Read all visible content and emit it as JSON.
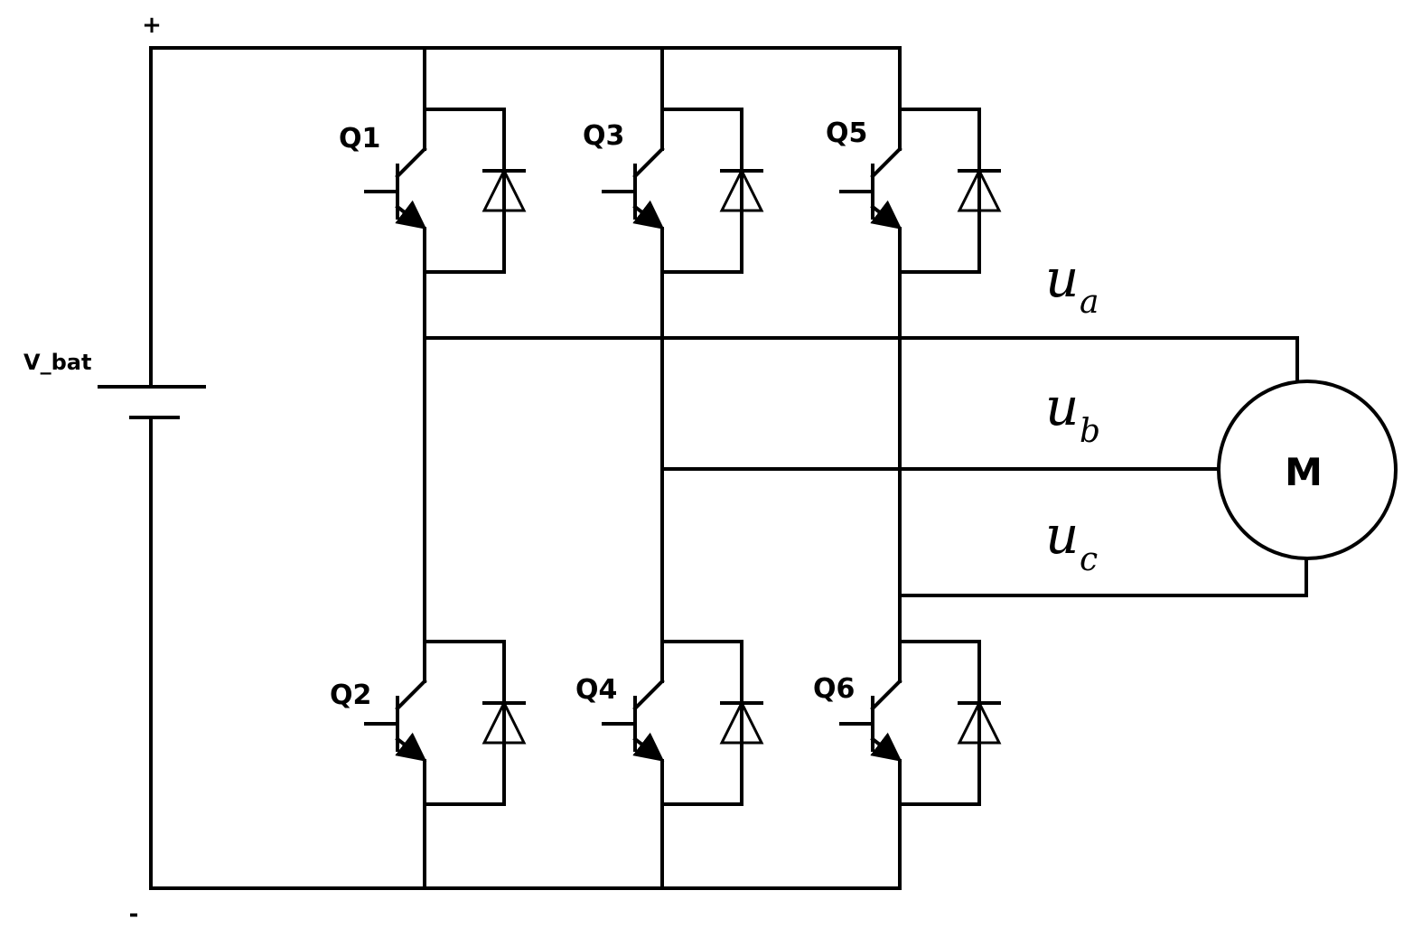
{
  "diagram": {
    "supply": {
      "label": "V_bat",
      "positive": "+",
      "negative": "-"
    },
    "switches": [
      {
        "id": "Q1",
        "label": "Q1"
      },
      {
        "id": "Q3",
        "label": "Q3"
      },
      {
        "id": "Q5",
        "label": "Q5"
      },
      {
        "id": "Q2",
        "label": "Q2"
      },
      {
        "id": "Q4",
        "label": "Q4"
      },
      {
        "id": "Q6",
        "label": "Q6"
      }
    ],
    "phases": [
      {
        "symbol": "u",
        "sub": "a"
      },
      {
        "symbol": "u",
        "sub": "b"
      },
      {
        "symbol": "u",
        "sub": "c"
      }
    ],
    "motor": {
      "label": "M"
    }
  }
}
